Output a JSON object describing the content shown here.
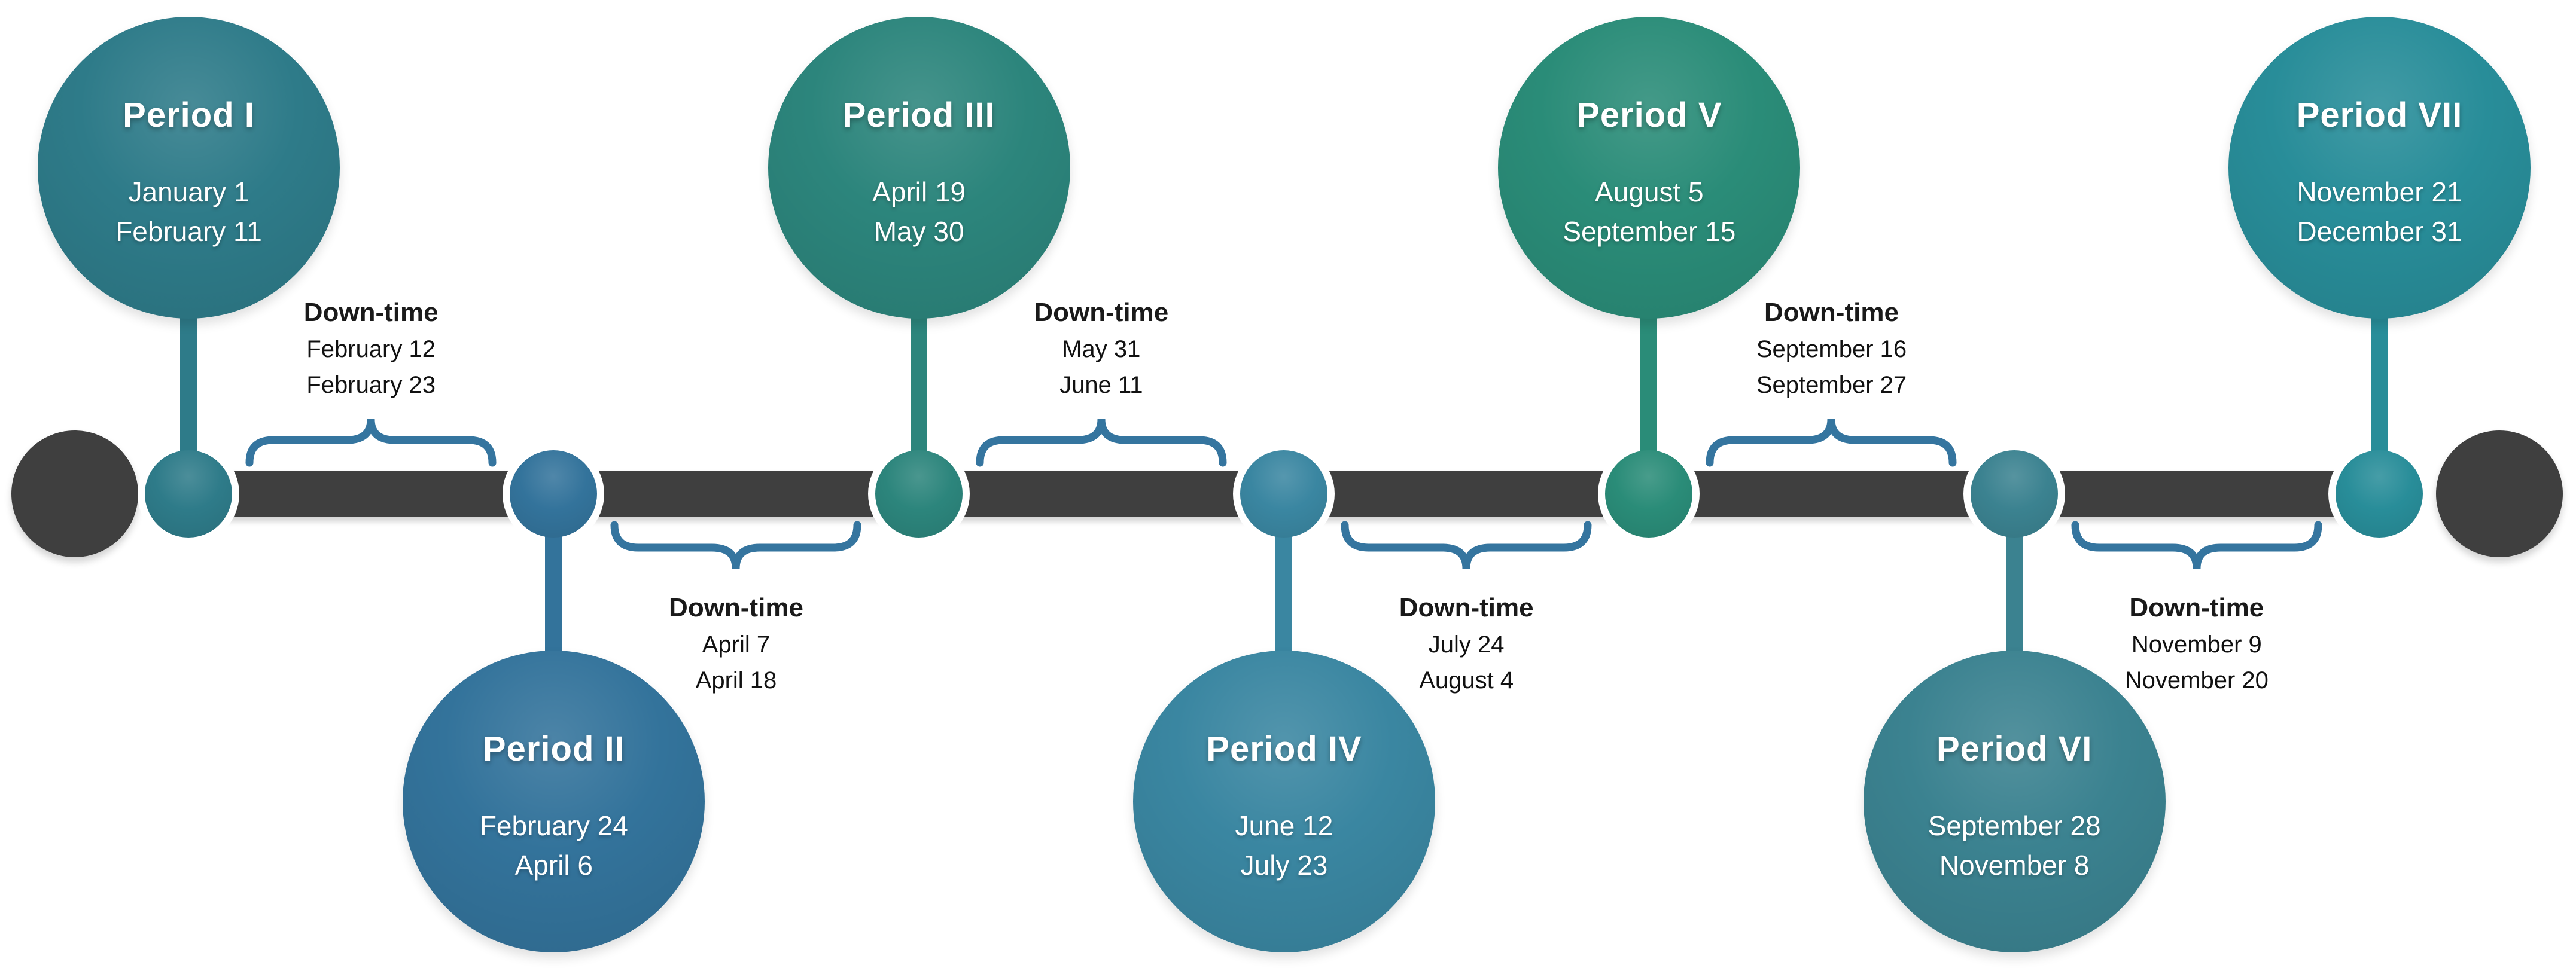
{
  "timeline": {
    "bar_color": "#3F3F3F",
    "endcap_color": "#3F3F3F",
    "brace_color": "#35759F",
    "text_color": "#1A1A1A",
    "circle_text_color": "#FFFFFF"
  },
  "periods": [
    {
      "label": "Period I",
      "start": "January 1",
      "end": "February 11",
      "color": "#2E7B89",
      "placement": "top"
    },
    {
      "label": "Period II",
      "start": "February 24",
      "end": "April 6",
      "color": "#33739B",
      "placement": "bottom"
    },
    {
      "label": "Period III",
      "start": "April 19",
      "end": "May 30",
      "color": "#2C857C",
      "placement": "top"
    },
    {
      "label": "Period IV",
      "start": "June 12",
      "end": "July 23",
      "color": "#3A86A1",
      "placement": "bottom"
    },
    {
      "label": "Period V",
      "start": "August 5",
      "end": "September 15",
      "color": "#2A8C78",
      "placement": "top"
    },
    {
      "label": "Period VI",
      "start": "September 28",
      "end": "November 8",
      "color": "#3B8290",
      "placement": "bottom"
    },
    {
      "label": "Period VII",
      "start": "November 21",
      "end": "December 31",
      "color": "#288D99",
      "placement": "top"
    }
  ],
  "downtimes": [
    {
      "label": "Down-time",
      "start": "February 12",
      "end": "February 23",
      "placement": "above"
    },
    {
      "label": "Down-time",
      "start": "April 7",
      "end": "April 18",
      "placement": "below"
    },
    {
      "label": "Down-time",
      "start": "May 31",
      "end": "June 11",
      "placement": "above"
    },
    {
      "label": "Down-time",
      "start": "July 24",
      "end": "August 4",
      "placement": "below"
    },
    {
      "label": "Down-time",
      "start": "September 16",
      "end": "September 27",
      "placement": "above"
    },
    {
      "label": "Down-time",
      "start": "November 9",
      "end": "November 20",
      "placement": "below"
    }
  ]
}
